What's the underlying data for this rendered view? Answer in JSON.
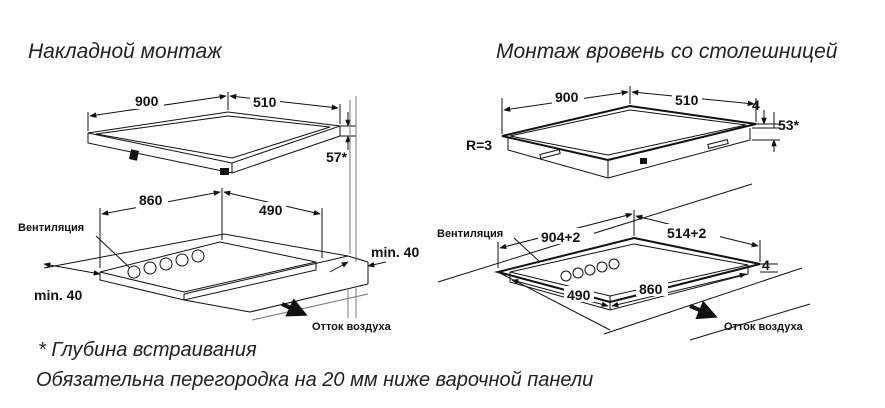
{
  "titles": {
    "left": "Накладной монтаж",
    "right": "Монтаж вровень со столешницей"
  },
  "left": {
    "hob_width": "900",
    "hob_depth": "510",
    "height": "57*",
    "cut_width": "860",
    "cut_depth": "490",
    "ventilation": "Вентиляция",
    "min_right": "min. 40",
    "min_left": "min. 40",
    "airflow": "Отток воздуха"
  },
  "right": {
    "hob_width": "900",
    "hob_depth": "510",
    "radius": "R=3",
    "top_offset": "4",
    "height": "53*",
    "ventilation": "Вентиляция",
    "rebate_width": "904+2",
    "rebate_depth": "514+2",
    "rebate_offset": "4",
    "cut_depth": "490",
    "cut_width": "860",
    "airflow": "Отток воздуха"
  },
  "notes": {
    "depth": "* Глубина встраивания",
    "partition": "Обязательна перегородка на 20 мм ниже варочной панели"
  }
}
